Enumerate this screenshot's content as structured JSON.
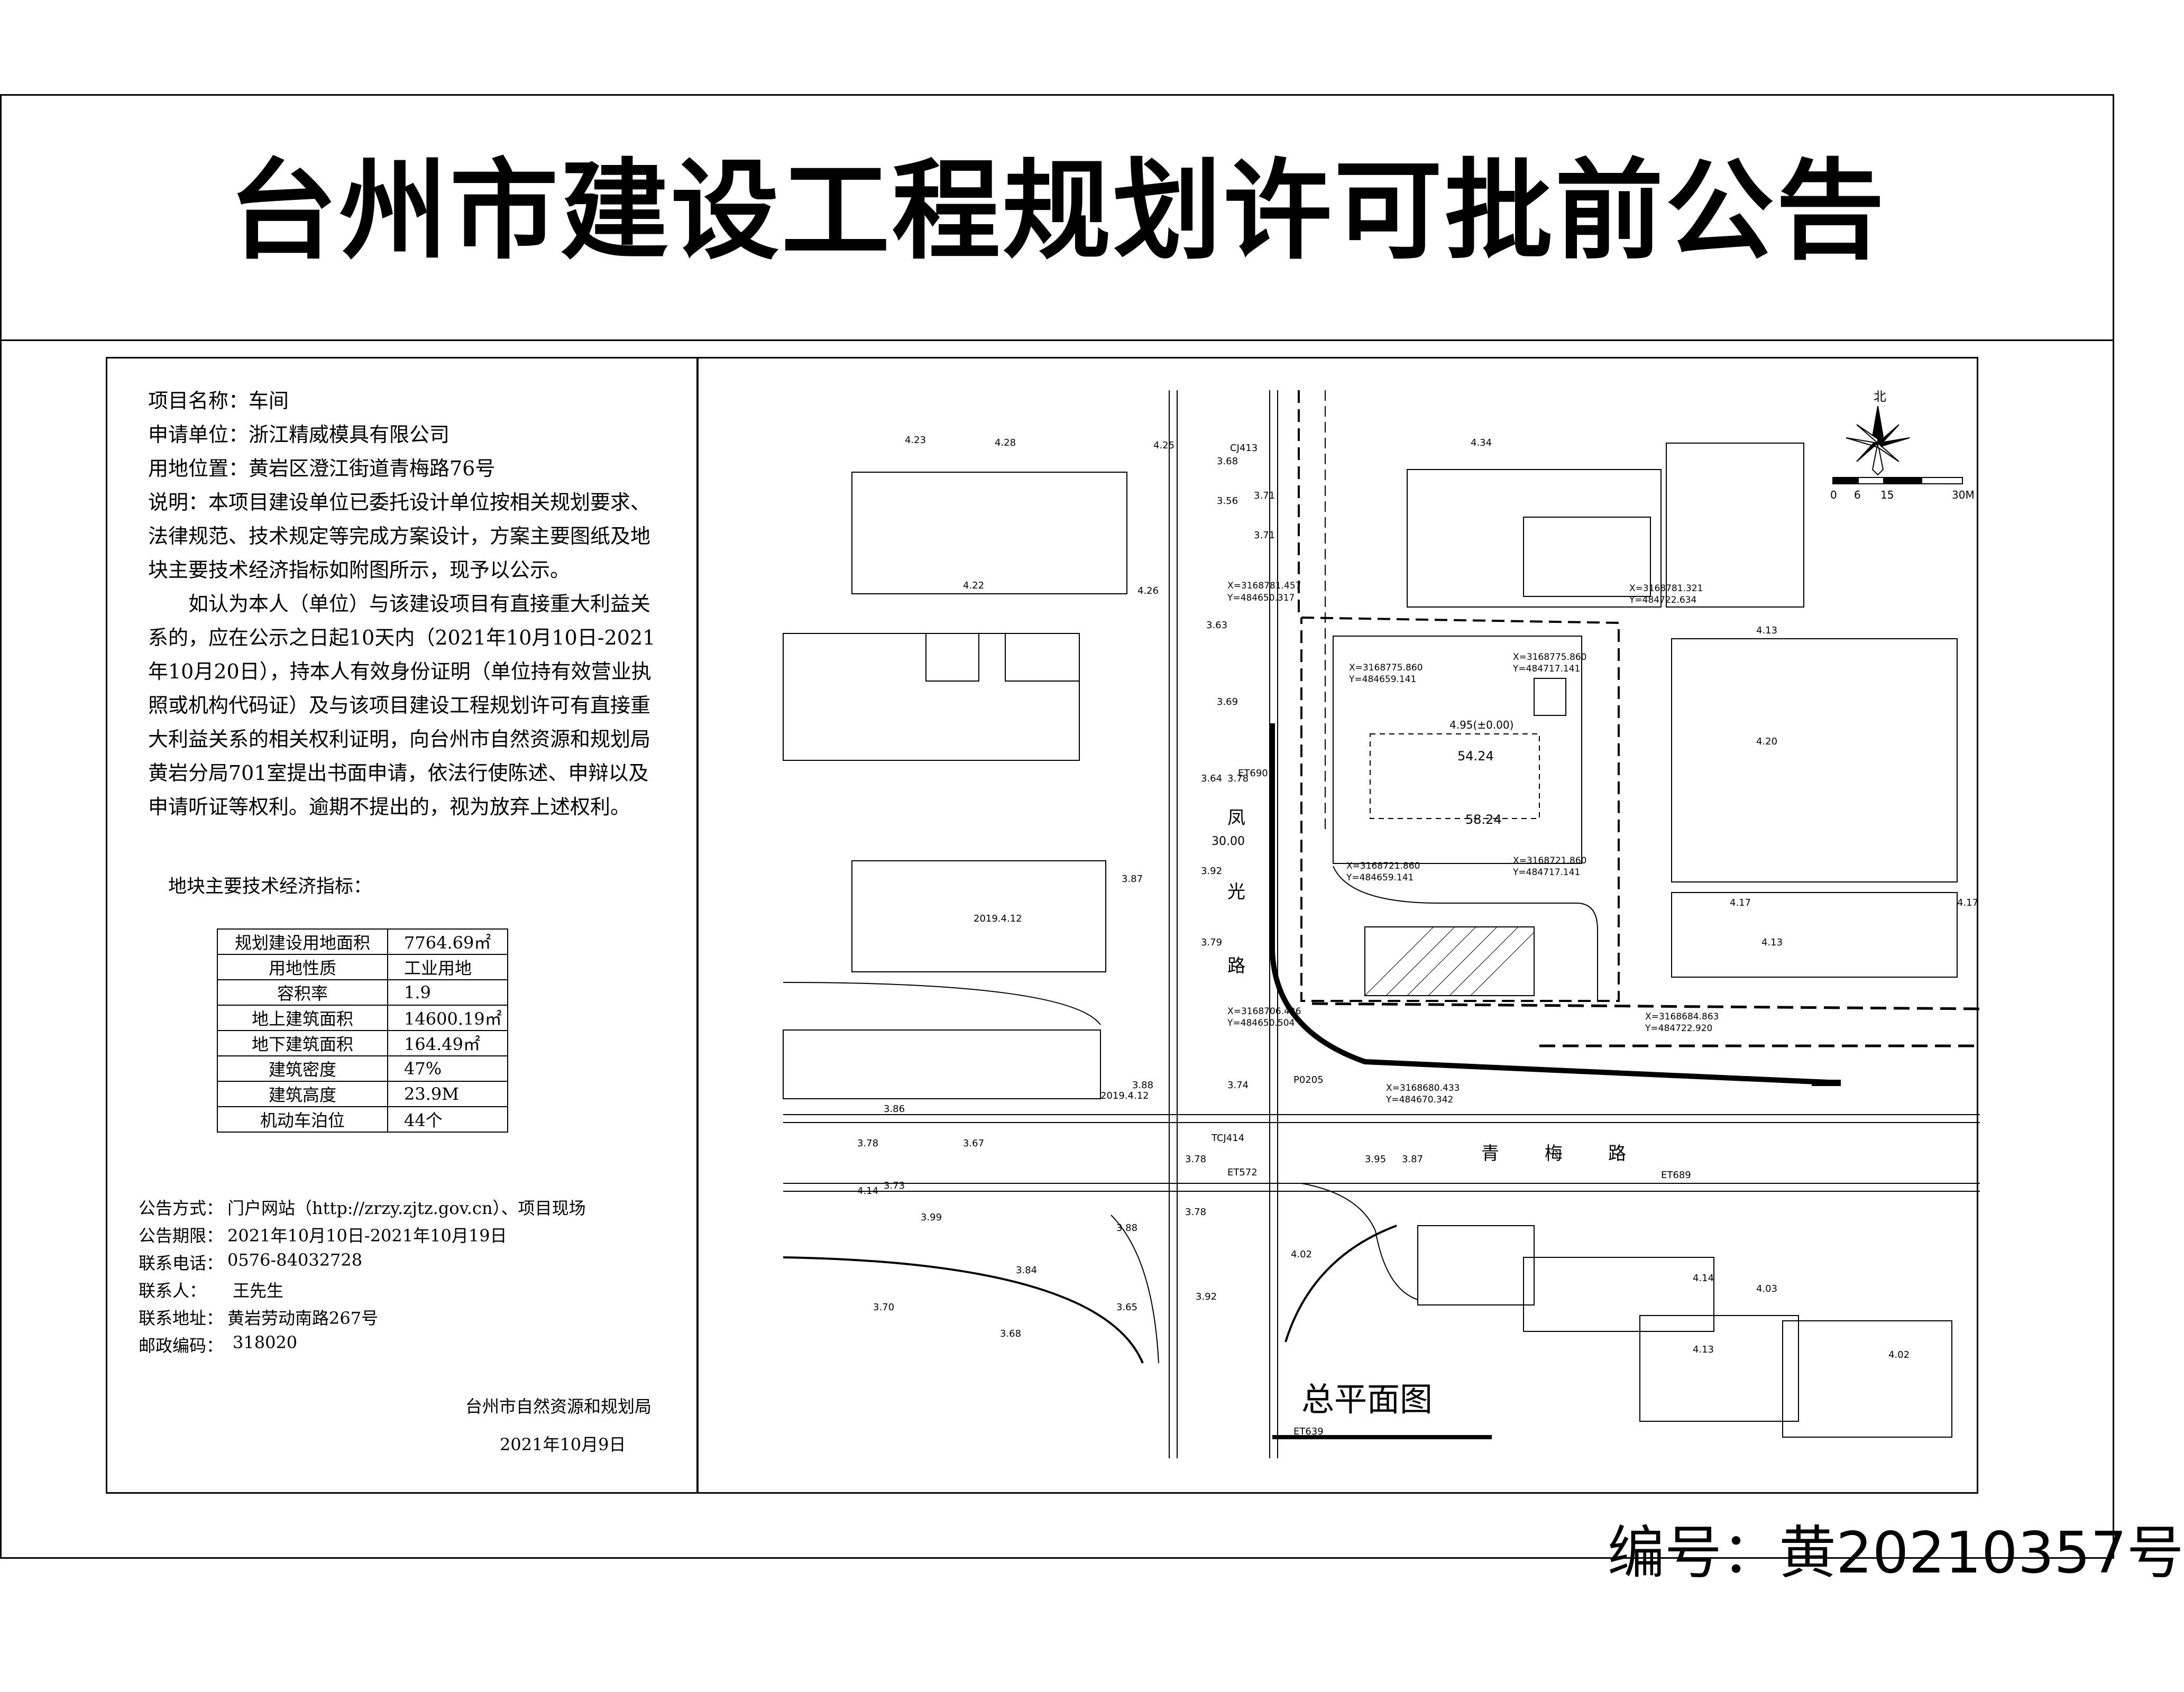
{
  "title": "台州市建设工程规划许可批前公告",
  "project": {
    "name": "项目名称：车间",
    "applicant": "申请单位：浙江精威模具有限公司",
    "location": "用地位置：黄岩区澄江街道青梅路76号"
  },
  "description": "说明：本项目建设单位已委托设计单位按相关规划要求、法律规范、技术规定等完成方案设计，方案主要图纸及地块主要技术经济指标如附图所示，现予以公示。",
  "notice": "如认为本人（单位）与该建设项目有直接重大利益关系的，应在公示之日起10天内（2021年10月10日-2021年10月20日），持本人有效身份证明（单位持有效营业执照或机构代码证）及与该项目建设工程规划许可有直接重大利益关系的相关权利证明，向台州市自然资源和规划局黄岩分局701室提出书面申请，依法行使陈述、申辩以及申请听证等权利。逾期不提出的，视为放弃上述权利。",
  "metrics_title": "地块主要技术经济指标：",
  "metrics": [
    {
      "label": "规划建设用地面积",
      "value": "7764.69㎡"
    },
    {
      "label": "用地性质",
      "value": "工业用地"
    },
    {
      "label": "容积率",
      "value": "1.9"
    },
    {
      "label": "地上建筑面积",
      "value": "14600.19㎡"
    },
    {
      "label": "地下建筑面积",
      "value": "164.49㎡"
    },
    {
      "label": "建筑密度",
      "value": "47%"
    },
    {
      "label": "建筑高度",
      "value": "23.9M"
    },
    {
      "label": "机动车泊位",
      "value": "44个"
    }
  ],
  "contacts": [
    {
      "label": "公告方式：",
      "value": "门户网站（http://zrzy.zjtz.gov.cn）、项目现场"
    },
    {
      "label": "公告期限：",
      "value": "2021年10月10日-2021年10月19日"
    },
    {
      "label": "联系电话：",
      "value": "0576-84032728"
    },
    {
      "label": "联系人：",
      "value": "王先生"
    },
    {
      "label": "联系地址：",
      "value": "黄岩劳动南路267号"
    },
    {
      "label": "邮政编码：",
      "value": "318020"
    }
  ],
  "issuer": "台州市自然资源和规划局",
  "date": "2021年10月9日",
  "serial": "编号：黄20210357号",
  "map": {
    "caption": "总平面图",
    "north": "北",
    "scale_labels": [
      "0",
      "6",
      "15",
      "30M"
    ],
    "road_west": [
      "凤",
      "光",
      "路"
    ],
    "road_south": [
      "青",
      "梅",
      "路"
    ],
    "road_width": "30.00",
    "site_width": "58.24",
    "site_depth": "54.24",
    "site_elev": "4.95(±0.00)",
    "coords": [
      "X=3168781.457",
      "Y=484650.317",
      "X=3168781.321",
      "Y=484722.634",
      "X=3168775.860",
      "Y=484659.141",
      "X=3168775.860",
      "Y=484717.141",
      "X=3168721.860",
      "Y=484659.141",
      "X=3168721.860",
      "Y=484717.141",
      "X=3168706.426",
      "Y=484650.504",
      "X=3168684.863",
      "Y=484722.920",
      "X=3168680.433",
      "Y=484670.342"
    ],
    "elevations": [
      "4.23",
      "4.28",
      "4.25",
      "4.34",
      "3.68",
      "3.56",
      "3.71",
      "3.71",
      "4.22",
      "4.26",
      "3.63",
      "3.69",
      "3.64",
      "3.78",
      "3.92",
      "3.79",
      "3.87",
      "3.88",
      "3.86",
      "3.78",
      "3.67",
      "3.73",
      "3.99",
      "3.88",
      "3.84",
      "3.70",
      "3.65",
      "3.68",
      "4.14",
      "3.92",
      "3.78",
      "3.78",
      "3.95",
      "3.87",
      "3.74",
      "4.13",
      "4.20",
      "4.17",
      "4.17",
      "4.13",
      "4.02",
      "4.14",
      "4.03",
      "4.13",
      "4.02"
    ],
    "labels": [
      "CJ413",
      "ET690",
      "ET572",
      "ET689",
      "TCJ414",
      "P0205",
      "ET639",
      "2019.4.12",
      "2019.4.12"
    ]
  }
}
